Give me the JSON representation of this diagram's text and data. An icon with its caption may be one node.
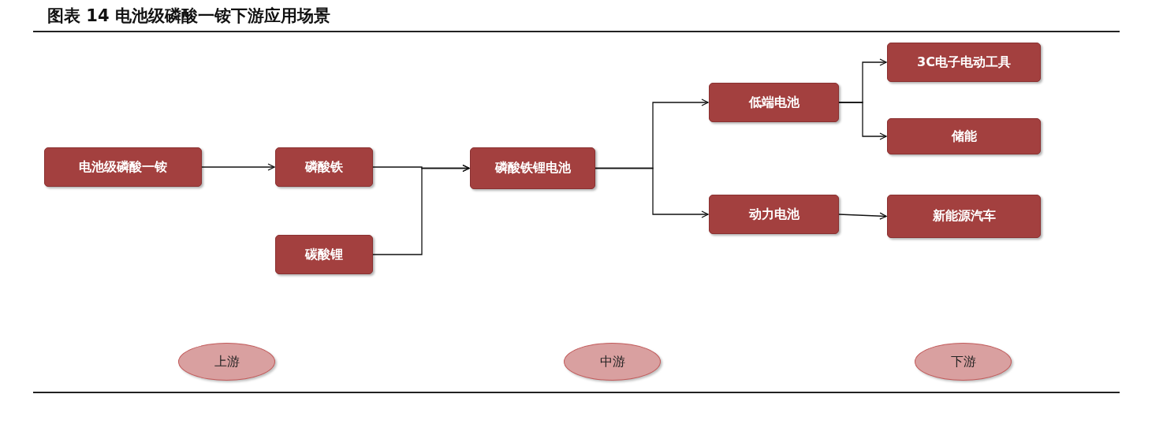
{
  "diagram": {
    "title": "图表 14 电池级磷酸一铵下游应用场景",
    "nodes": [
      {
        "text": [
          "电池级磷酸一铵"
        ]
      },
      {
        "text": [
          "磷酸铁"
        ]
      },
      {
        "text": [
          "碳酸锂"
        ]
      },
      {
        "text": [
          "磷酸铁锂电池"
        ]
      },
      {
        "text": [
          "低端电池"
        ]
      },
      {
        "text": [
          "动力电池"
        ]
      },
      {
        "text": [
          "3C电子电动工具"
        ]
      },
      {
        "text": [
          "储能"
        ]
      },
      {
        "text": [
          "新能源汽车"
        ]
      },
      {
        "text": [
          "上游"
        ]
      },
      {
        "text": [
          "中游"
        ]
      },
      {
        "text": [
          "下游"
        ]
      }
    ],
    "edges": [
      {
        "from": 0,
        "to": 1,
        "arrow": "to"
      },
      {
        "from": 1,
        "to": 3,
        "arrow": "to"
      },
      {
        "from": 2,
        "to": 3,
        "arrow": "to"
      },
      {
        "from": 3,
        "to": 4,
        "arrow": "to"
      },
      {
        "from": 3,
        "to": 5,
        "arrow": "to"
      },
      {
        "from": 4,
        "to": 6,
        "arrow": "to"
      },
      {
        "from": 4,
        "to": 7,
        "arrow": "to"
      },
      {
        "from": 5,
        "to": 8,
        "arrow": "to"
      }
    ]
  }
}
